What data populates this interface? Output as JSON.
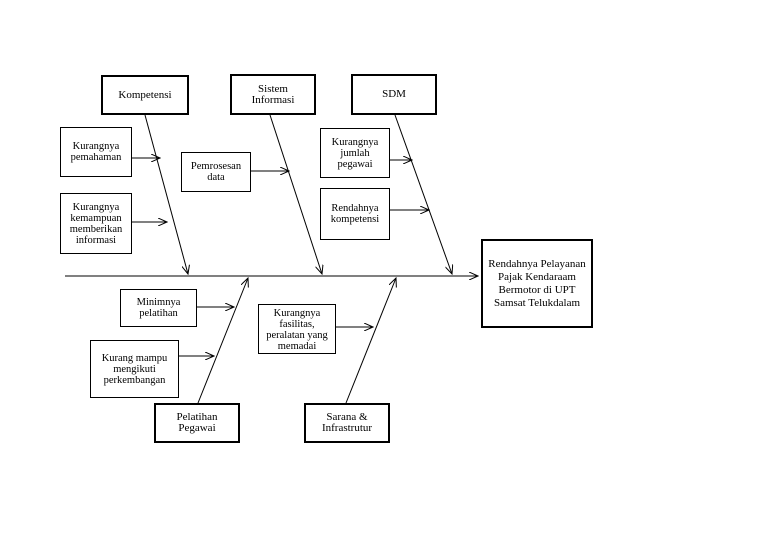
{
  "effect": "Rendahnya Pelayanan\nPajak Kendaraam\nBermotor di UPT\nSamsat Telukdalam",
  "categories": {
    "kompetensi": "Kompetensi",
    "sistem_informasi": "Sistem\nInformasi",
    "sdm": "SDM",
    "pelatihan_pegawai": "Pelatihan\nPegawai",
    "sarana_infrastruktur": "Sarana &\nInfrastrutur"
  },
  "causes": {
    "kurangnya_pemahaman": "Kurangnya\npemahaman",
    "kurangnya_kemampuan": "Kurangnya\nkemampuan\nmemberikan\ninformasi",
    "pemrosesan_data": "Pemrosesan\ndata",
    "kurangnya_jumlah_pegawai": "Kurangnya\njumlah\npegawai",
    "rendahnya_kompetensi": "Rendahnya\nkompetensi",
    "minimnya_pelatihan": "Minimnya\npelatihan",
    "kurang_mampu_mengikuti": "Kurang mampu\nmengikuti\nperkembangan",
    "kurangnya_fasilitas": "Kurangnya\nfasilitas,\nperalatan yang\nmemadai"
  }
}
